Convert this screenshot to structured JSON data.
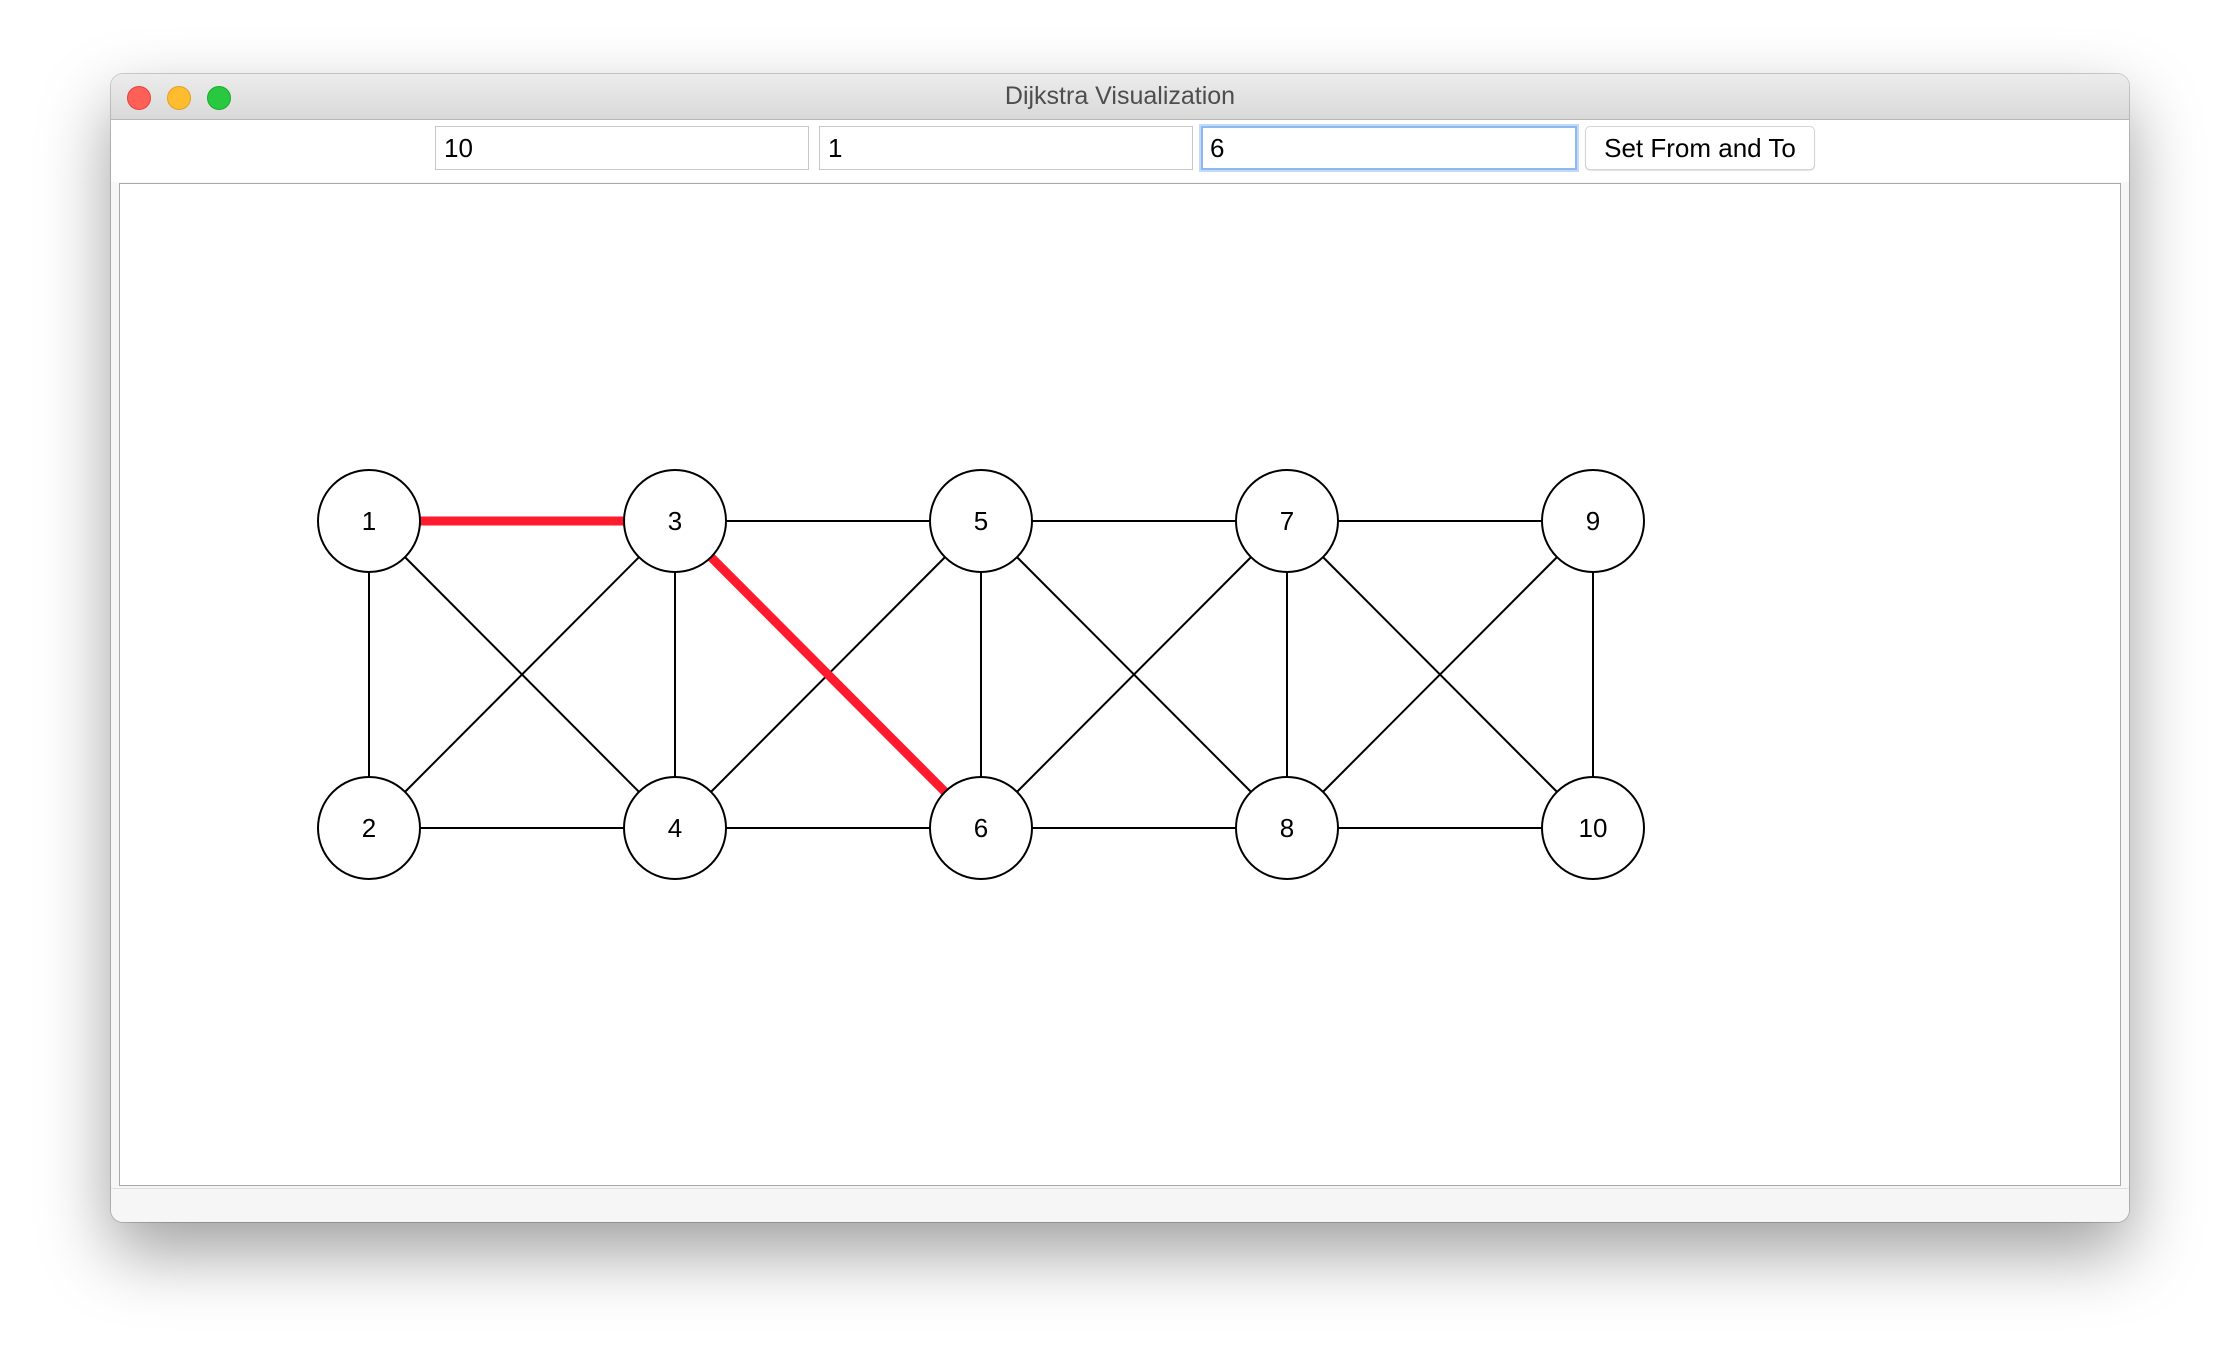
{
  "window": {
    "title": "Dijkstra Visualization"
  },
  "toolbar": {
    "node_count_value": "10",
    "from_value": "1",
    "to_value": "6",
    "set_button_label": "Set From and To"
  },
  "graph": {
    "nodes": [
      "1",
      "2",
      "3",
      "4",
      "5",
      "6",
      "7",
      "8",
      "9",
      "10"
    ],
    "edges": [
      [
        "1",
        "2"
      ],
      [
        "1",
        "3"
      ],
      [
        "1",
        "4"
      ],
      [
        "2",
        "3"
      ],
      [
        "2",
        "4"
      ],
      [
        "3",
        "4"
      ],
      [
        "3",
        "5"
      ],
      [
        "3",
        "6"
      ],
      [
        "4",
        "5"
      ],
      [
        "4",
        "6"
      ],
      [
        "5",
        "6"
      ],
      [
        "5",
        "7"
      ],
      [
        "5",
        "8"
      ],
      [
        "6",
        "7"
      ],
      [
        "6",
        "8"
      ],
      [
        "7",
        "8"
      ],
      [
        "7",
        "9"
      ],
      [
        "7",
        "10"
      ],
      [
        "8",
        "9"
      ],
      [
        "8",
        "10"
      ],
      [
        "9",
        "10"
      ]
    ],
    "shortest_path": [
      "1",
      "3",
      "6"
    ],
    "path_color": "#ff1a2e",
    "edge_color": "#000000"
  }
}
